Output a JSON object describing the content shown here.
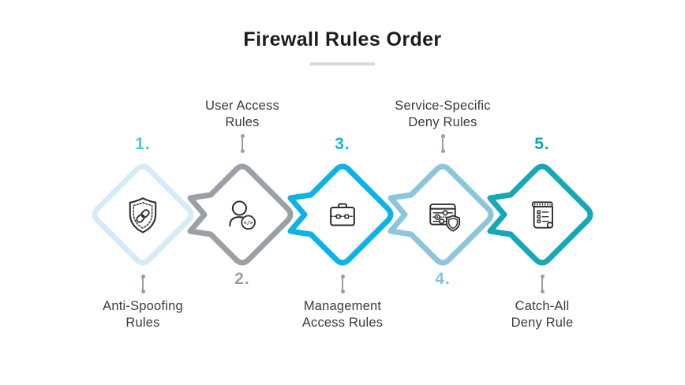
{
  "title": "Firewall Rules Order",
  "colors": {
    "title_text": "#1c1c1c",
    "underline": "#d9d9d9",
    "label_text": "#3a3a3a",
    "connector": "#93a0a7",
    "icon_stroke": "#2f2f2f"
  },
  "steps": [
    {
      "number": "1.",
      "number_color": "#4fc3dd",
      "diamond_color": "#d6ebf5",
      "icon": "shield-link-icon",
      "label_line1": "Anti-Spoofing",
      "label_line2": "Rules",
      "label_position": "below"
    },
    {
      "number": "2.",
      "number_color": "#9aa0a5",
      "diamond_color": "#9aa0a5",
      "icon": "user-code-icon",
      "label_line1": "User Access",
      "label_line2": "Rules",
      "label_position": "above"
    },
    {
      "number": "3.",
      "number_color": "#14b4e6",
      "diamond_color": "#0db3e7",
      "icon": "briefcase-icon",
      "label_line1": "Management",
      "label_line2": "Access Rules",
      "label_position": "below"
    },
    {
      "number": "4.",
      "number_color": "#86c4da",
      "diamond_color": "#8cc5dc",
      "icon": "sliders-shield-icon",
      "label_line1": "Service-Specific",
      "label_line2": "Deny Rules",
      "label_position": "above"
    },
    {
      "number": "5.",
      "number_color": "#0aa5b5",
      "diamond_color": "#16a7b8",
      "icon": "scroll-list-icon",
      "label_line1": "Catch-All",
      "label_line2": "Deny Rule",
      "label_position": "below"
    }
  ]
}
